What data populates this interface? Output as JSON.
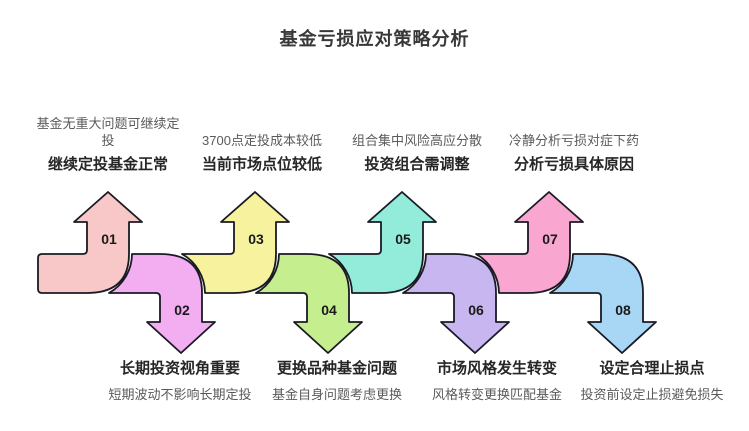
{
  "title": "基金亏损应对策略分析",
  "colors": {
    "background": "#ffffff",
    "outline": "#1a1a24",
    "number_text": "#1a1a1a",
    "label_main_text": "#262626",
    "label_sub_text": "#5a5a5a",
    "title_text": "#383838"
  },
  "arrows": [
    {
      "number": "01",
      "direction": "up",
      "color": "#f8c8c8",
      "label_main": "继续定投基金正常",
      "label_sub": "基金无重大问题可继续定投"
    },
    {
      "number": "02",
      "direction": "down",
      "color": "#f2aef0",
      "label_main": "长期投资视角重要",
      "label_sub": "短期波动不影响长期定投"
    },
    {
      "number": "03",
      "direction": "up",
      "color": "#f6f29e",
      "label_main": "当前市场点位较低",
      "label_sub": "3700点定投成本较低"
    },
    {
      "number": "04",
      "direction": "down",
      "color": "#c5ee8e",
      "label_main": "更换品种基金问题",
      "label_sub": "基金自身问题考虑更换"
    },
    {
      "number": "05",
      "direction": "up",
      "color": "#93ecd9",
      "label_main": "投资组合需调整",
      "label_sub": "组合集中风险高应分散"
    },
    {
      "number": "06",
      "direction": "down",
      "color": "#c7b6f0",
      "label_main": "市场风格发生转变",
      "label_sub": "风格转变更换匹配基金"
    },
    {
      "number": "07",
      "direction": "up",
      "color": "#f9a6d0",
      "label_main": "分析亏损具体原因",
      "label_sub": "冷静分析亏损对症下药"
    },
    {
      "number": "08",
      "direction": "down",
      "color": "#a8d7f5",
      "label_main": "设定合理止损点",
      "label_sub": "投资前设定止损避免损失"
    }
  ]
}
